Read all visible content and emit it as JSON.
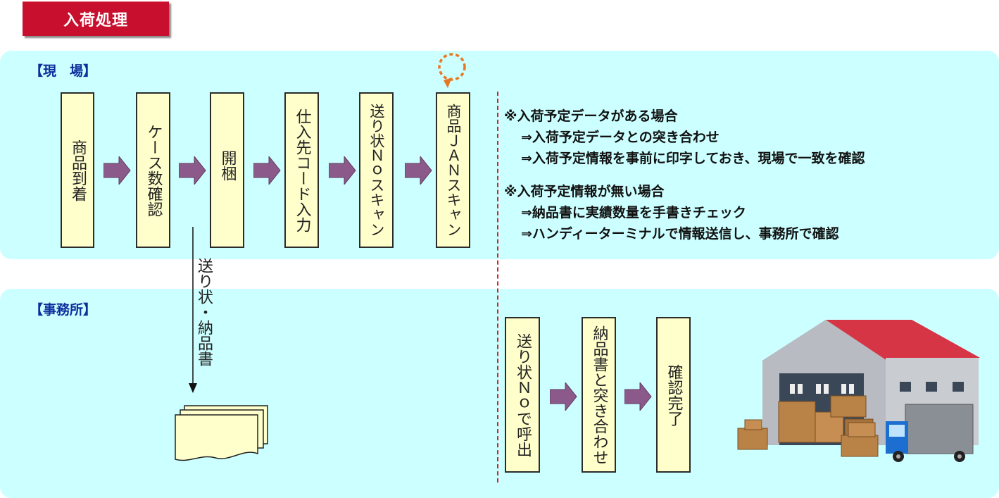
{
  "title": "入荷処理",
  "site": {
    "label": "【現　場】",
    "steps": [
      "商品到着",
      "ケース数確認",
      "開梱",
      "仕入先コード入力",
      "送り状Ｎｏスキャン",
      "商品ＪＡＮスキャン"
    ]
  },
  "office": {
    "label": "【事務所】",
    "steps": [
      "送り状Ｎｏで呼出",
      "納品書と突き合わせ",
      "確認完了"
    ]
  },
  "document_flow_label": "送り状・納品書",
  "notes": {
    "case1_title": "※入荷予定データがある場合",
    "case1_items": [
      "⇒入荷予定データとの突き合わせ",
      "⇒入荷予定情報を事前に印字しておき、現場で一致を確認"
    ],
    "case2_title": "※入荷予定情報が無い場合",
    "case2_items": [
      "⇒納品書に実績数量を手書きチェック",
      "⇒ハンディーターミナルで情報送信し、事務所で確認"
    ]
  },
  "colors": {
    "title_bg": "#c8102e",
    "panel_bg": "#ccffff",
    "step_bg": "#ffffcc",
    "arrow": "#8b5a8b",
    "label": "#0d2f9e",
    "divider": "#d22424",
    "loop_icon": "#e87722"
  }
}
